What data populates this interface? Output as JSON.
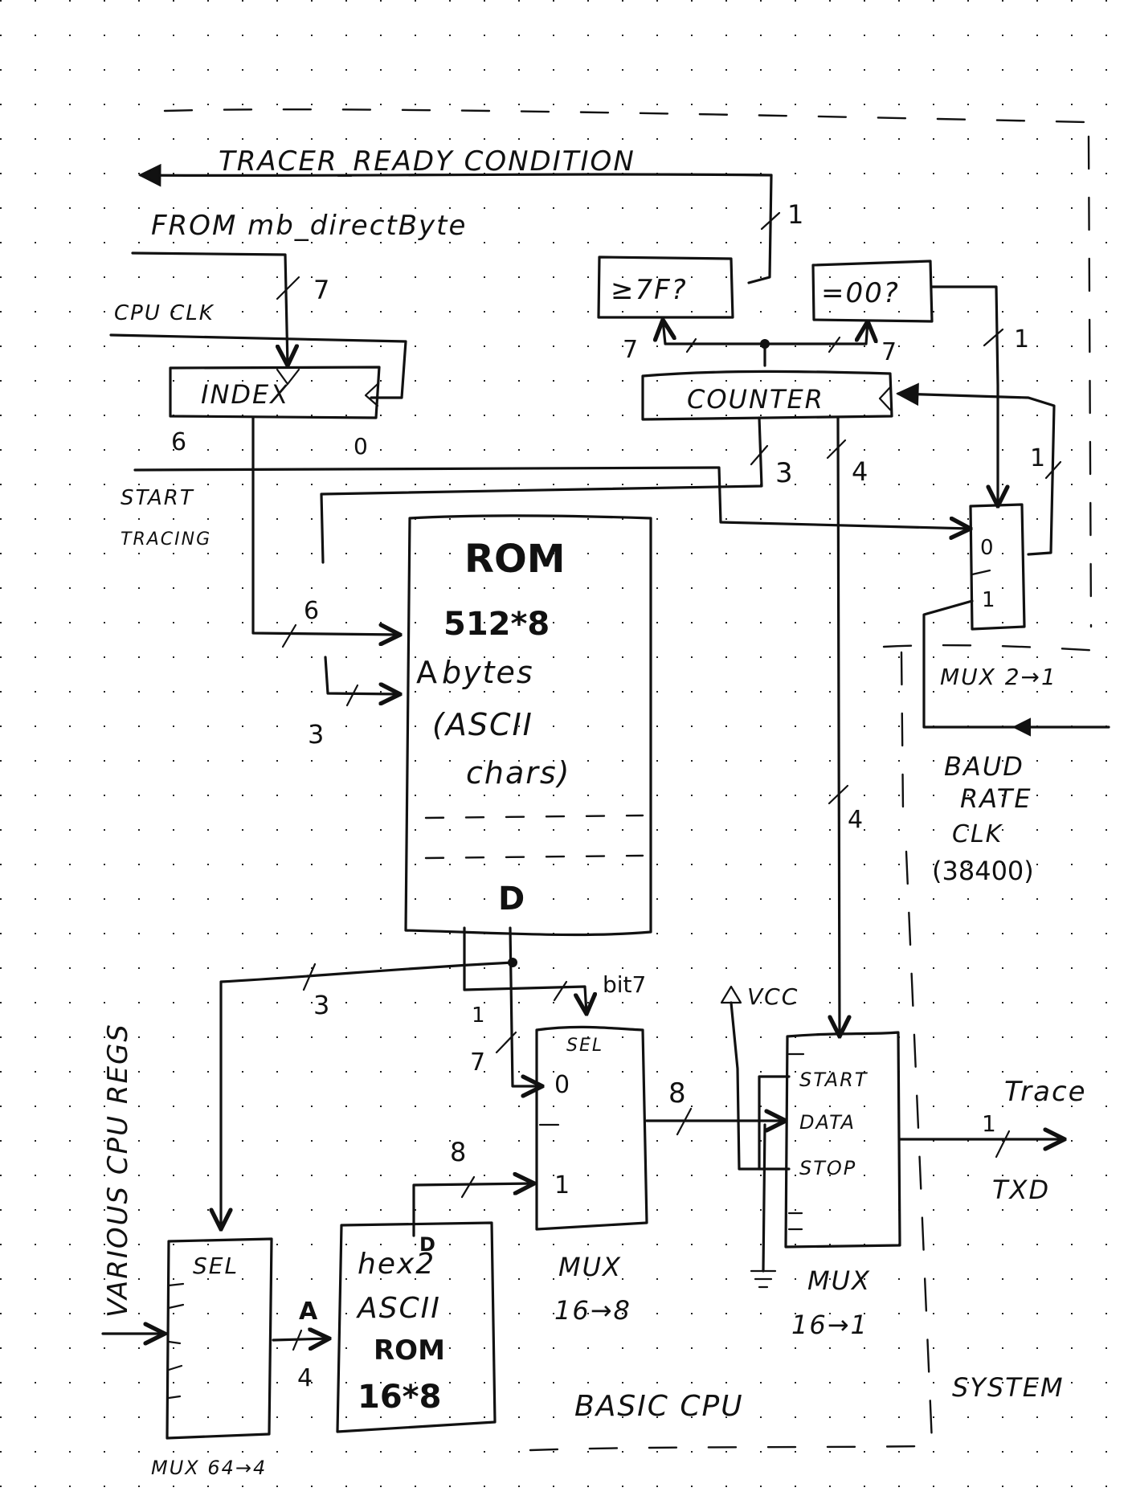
{
  "diagram": {
    "title": "CPU tracer block diagram (hand-drawn)",
    "paper": "dot-grid",
    "regions": {
      "system_label": "SYSTEM",
      "basic_cpu_label": "BASIC CPU"
    },
    "signals": {
      "tracer_ready": "TRACER_READY CONDITION",
      "from_mb": "FROM mb_directByte",
      "cpu_clk": "CPU CLK",
      "start_tracing_line1": "START",
      "start_tracing_line2": "TRACING",
      "baud_line1": "BAUD",
      "baud_line2": "RATE",
      "baud_line3": "CLK",
      "baud_line4": "(38400)",
      "vcc": "VCC",
      "various_cpu_regs": "VARIOUS CPU REGS",
      "trace": "Trace",
      "txd": "TXD",
      "bit7": "bit7"
    },
    "blocks": {
      "cmp7f": "≥7F?",
      "cmp00": "=00?",
      "index": "INDEX",
      "counter": "COUNTER",
      "rom_title": "ROM",
      "rom_size": "512*8",
      "rom_addr": "A",
      "rom_desc1": "bytes",
      "rom_desc2": "(ASCII",
      "rom_desc3": "chars)",
      "rom_data": "D",
      "mux21_in0": "0",
      "mux21_in1": "1",
      "mux21_label": "MUX 2→1",
      "mux168_sel": "SEL",
      "mux168_in0": "0",
      "mux168_in1": "1",
      "mux168_label1": "MUX",
      "mux168_label2": "16→8",
      "mux161_start": "START",
      "mux161_data": "DATA",
      "mux161_stop": "STOP",
      "mux161_label1": "MUX",
      "mux161_label2": "16→1",
      "mux644_sel": "SEL",
      "mux644_label": "MUX 64→4",
      "hex_addr": "A",
      "hex_data": "D",
      "hex_line1": "hex2",
      "hex_line2": "ASCII",
      "hex_line3": "ROM",
      "hex_line4": "16*8"
    },
    "bus_widths": {
      "tracer_ready": "1",
      "mb_direct": "7",
      "index_hi": "6",
      "index_lo": "0",
      "rom_addr_hi": "6",
      "rom_addr_lo": "3",
      "cmp7f_in": "7",
      "cmp00_in": "7",
      "cmp00_out": "1",
      "counter_3": "3",
      "counter_4": "4",
      "mux21_fb": "1",
      "counter_to_mux161": "4",
      "regs_sel": "3",
      "rom_d_bit": "1",
      "rom_d_low": "7",
      "mux168_out": "8",
      "hex_out": "8",
      "mux644_out": "4",
      "txd": "1"
    }
  }
}
